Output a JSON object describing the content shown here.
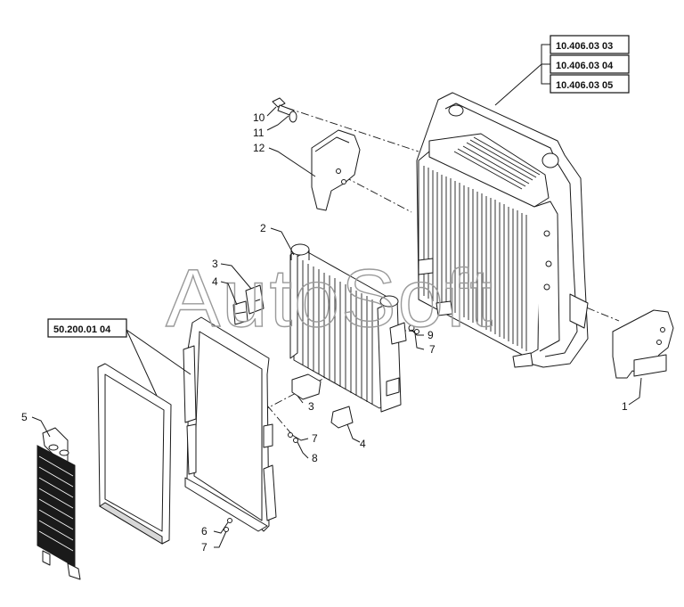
{
  "references": [
    {
      "id": "ref-10-406-03-03",
      "text": "10.406.03 03"
    },
    {
      "id": "ref-10-406-03-04",
      "text": "10.406.03 04"
    },
    {
      "id": "ref-10-406-03-05",
      "text": "10.406.03 05"
    },
    {
      "id": "ref-50-200-01-04",
      "text": "50.200.01 04"
    }
  ],
  "callouts": [
    {
      "id": "c10",
      "text": "10"
    },
    {
      "id": "c11",
      "text": "11"
    },
    {
      "id": "c12",
      "text": "12"
    },
    {
      "id": "c2",
      "text": "2"
    },
    {
      "id": "c3a",
      "text": "3"
    },
    {
      "id": "c4a",
      "text": "4"
    },
    {
      "id": "c9",
      "text": "9"
    },
    {
      "id": "c7a",
      "text": "7"
    },
    {
      "id": "c3b",
      "text": "3"
    },
    {
      "id": "c7b",
      "text": "7"
    },
    {
      "id": "c8",
      "text": "8"
    },
    {
      "id": "c4b",
      "text": "4"
    },
    {
      "id": "c1",
      "text": "1"
    },
    {
      "id": "c5",
      "text": "5"
    },
    {
      "id": "c6",
      "text": "6"
    },
    {
      "id": "c7c",
      "text": "7"
    }
  ],
  "watermark": "AutoSoft"
}
